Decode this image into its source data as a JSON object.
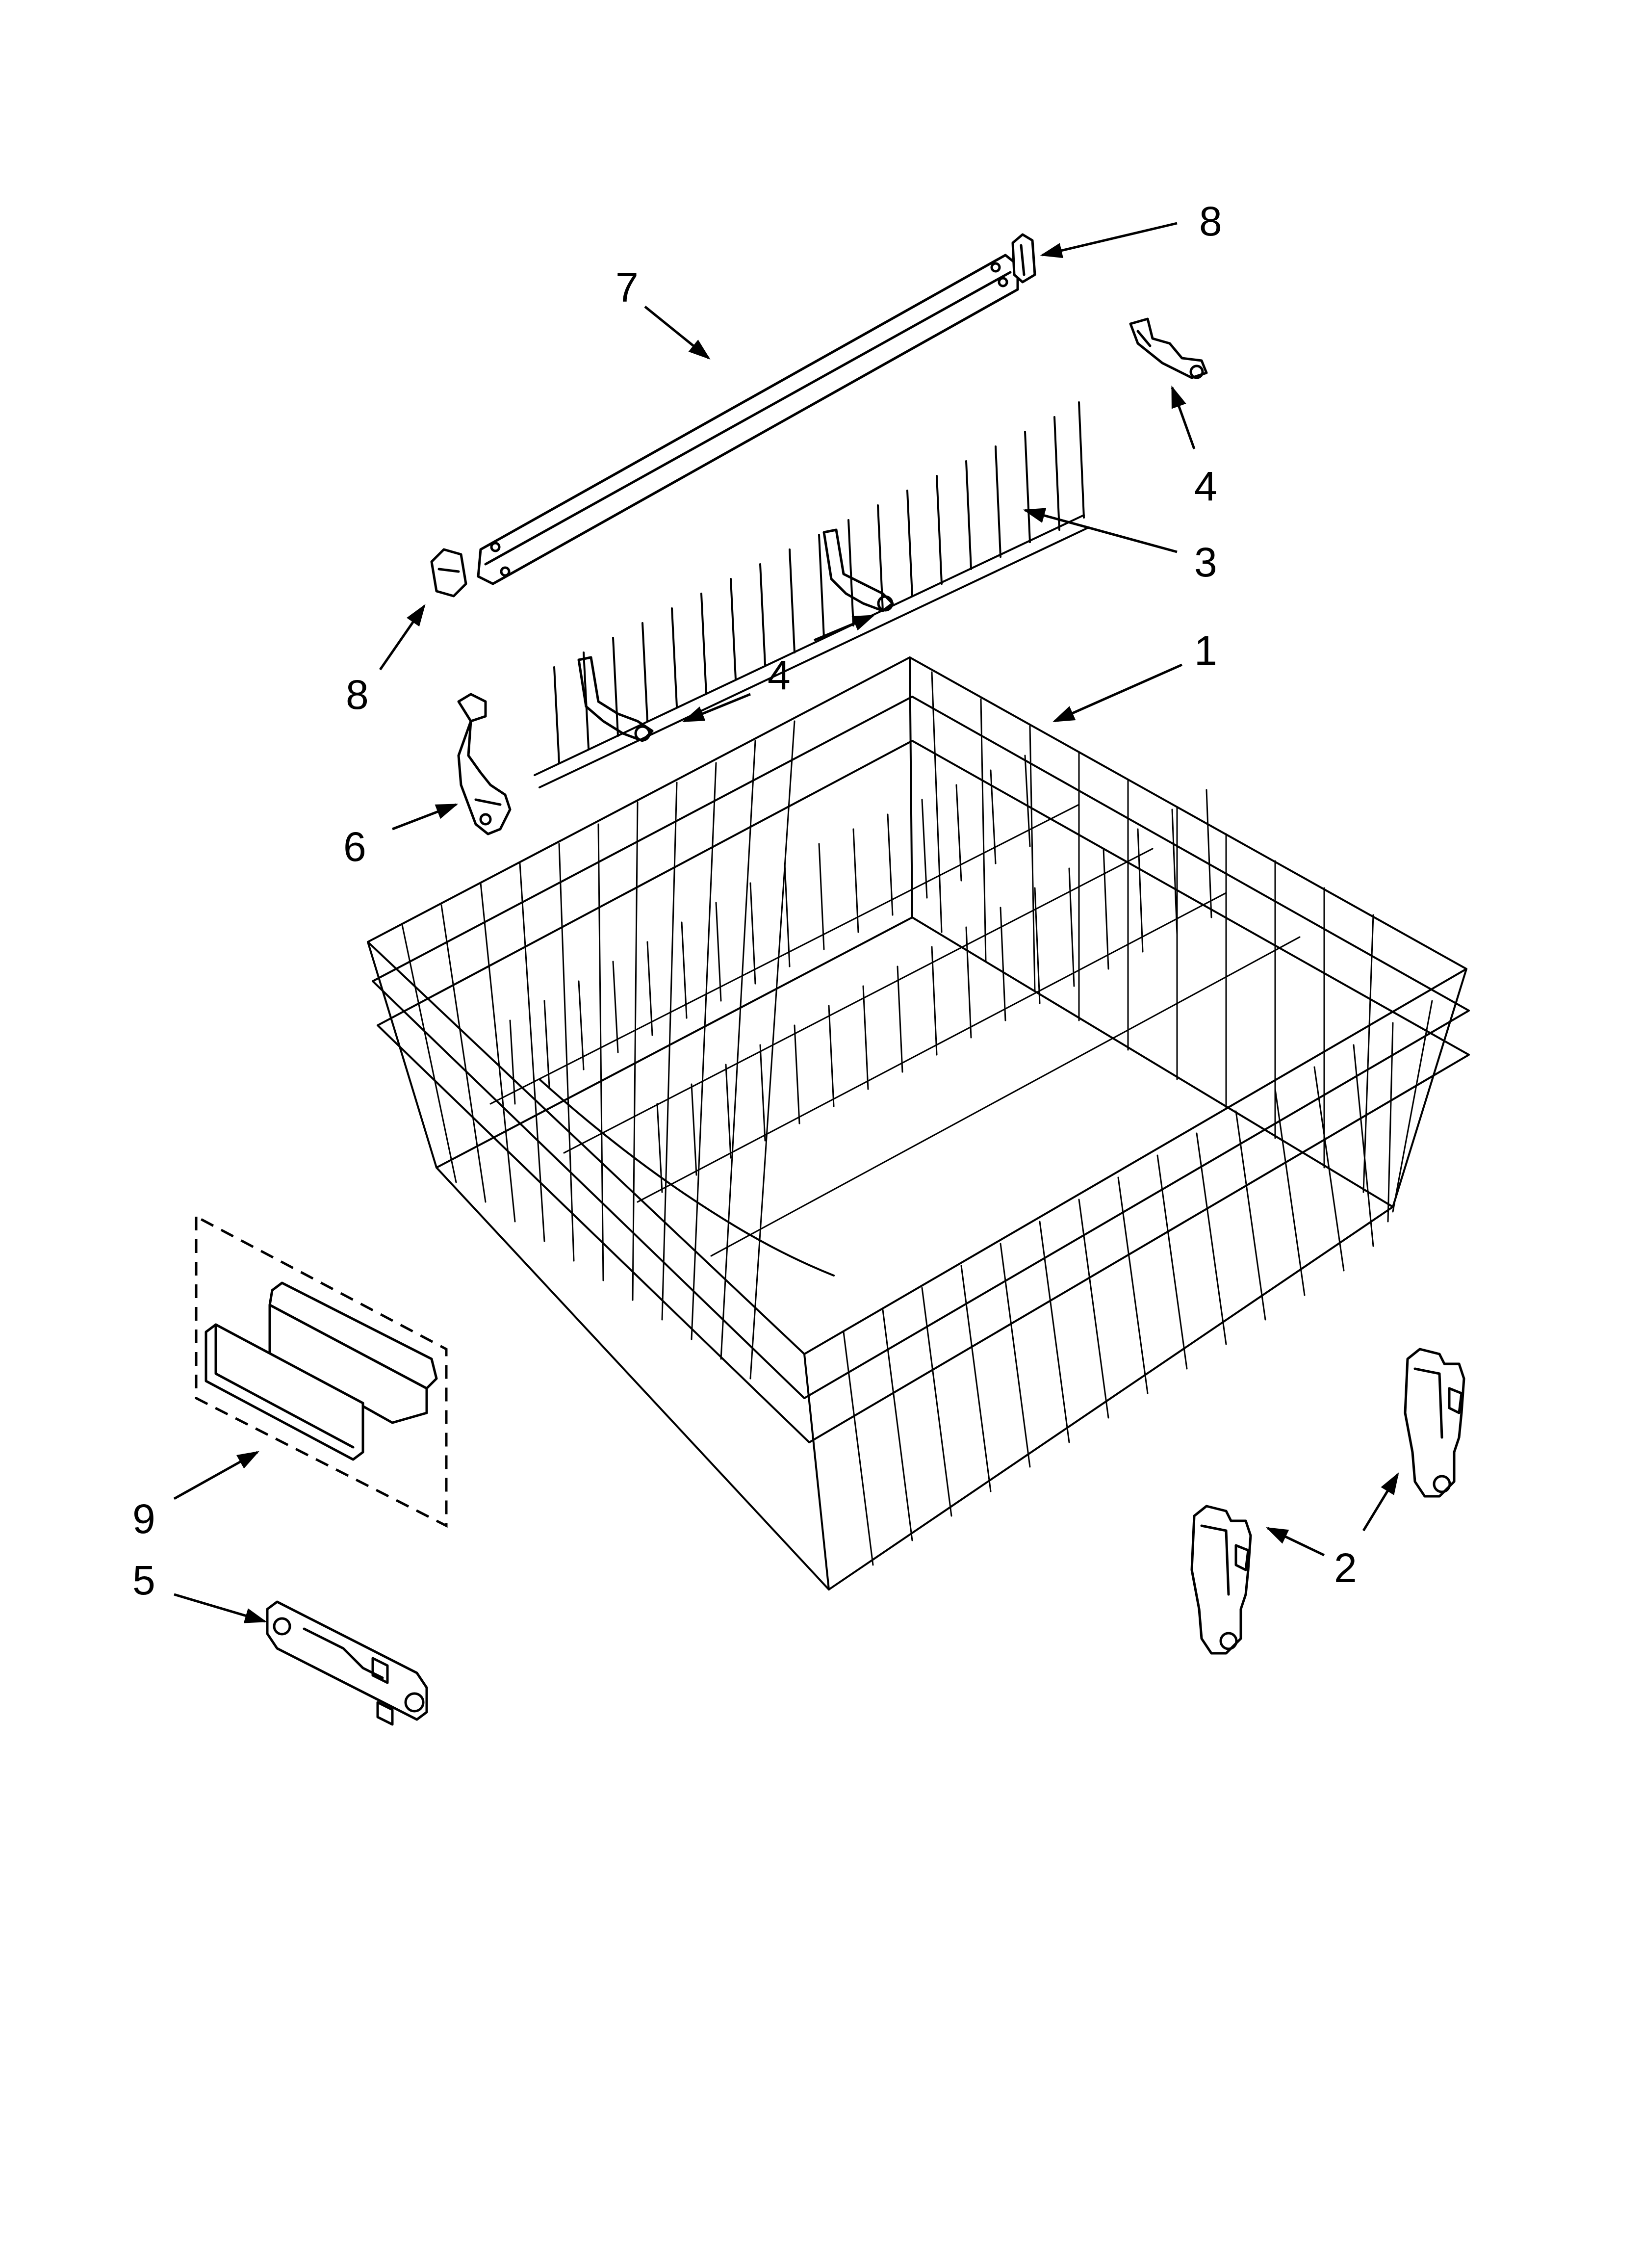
{
  "diagram": {
    "callouts": [
      {
        "id": "c1",
        "label": "1"
      },
      {
        "id": "c2",
        "label": "2"
      },
      {
        "id": "c3",
        "label": "3"
      },
      {
        "id": "c4a",
        "label": "4"
      },
      {
        "id": "c4b",
        "label": "4"
      },
      {
        "id": "c5",
        "label": "5"
      },
      {
        "id": "c6",
        "label": "6"
      },
      {
        "id": "c7",
        "label": "7"
      },
      {
        "id": "c8a",
        "label": "8"
      },
      {
        "id": "c8b",
        "label": "8"
      },
      {
        "id": "c9",
        "label": "9"
      }
    ]
  }
}
